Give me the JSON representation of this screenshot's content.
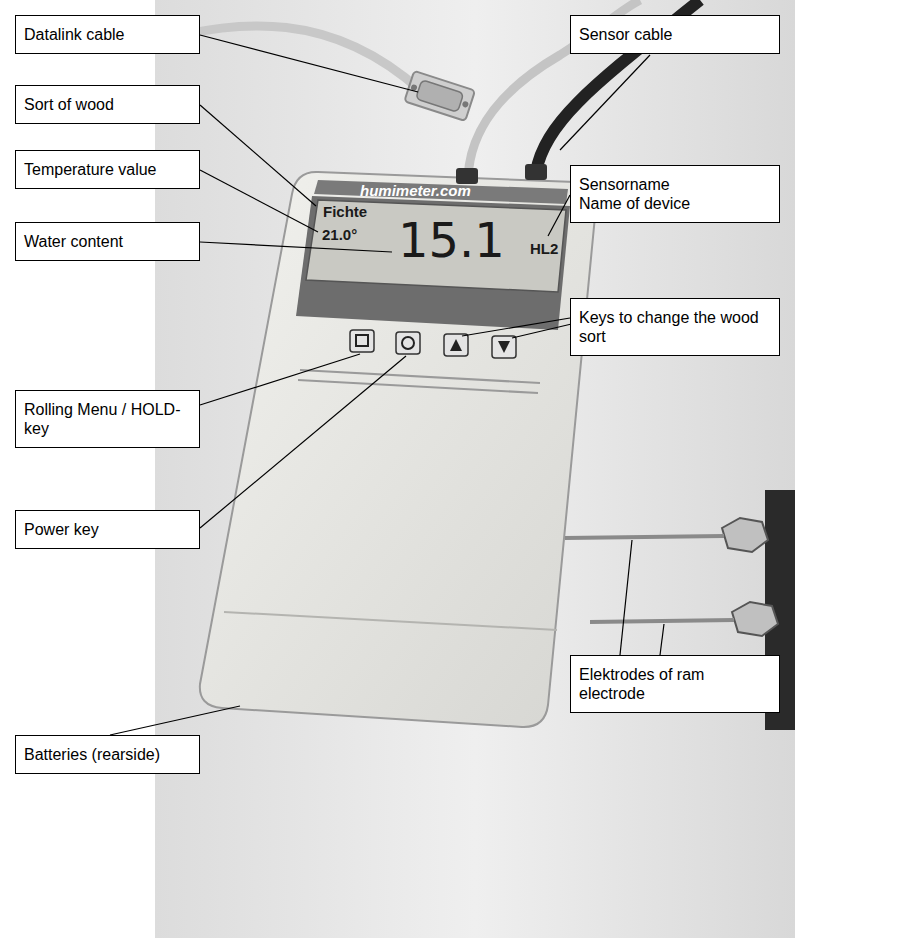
{
  "diagram": {
    "nodes": [
      {
        "text": [
          "Datalink cable"
        ]
      },
      {
        "text": [
          "Sensor cable"
        ]
      },
      {
        "text": [
          "Sort of wood"
        ]
      },
      {
        "text": [
          "Temperature value"
        ]
      },
      {
        "text": [
          "Sensorname",
          "Name of device"
        ]
      },
      {
        "text": [
          "Water content"
        ]
      },
      {
        "text": [
          "Keys to change the wood sort"
        ]
      },
      {
        "text": [
          "Rolling Menu / HOLD-key"
        ]
      },
      {
        "text": [
          "Power key"
        ]
      },
      {
        "text": [
          "Batteries (rearside)"
        ]
      },
      {
        "text": [
          "Elektrodes of ram electrode"
        ]
      }
    ],
    "labels": [
      "humimeter.com",
      "Fichte",
      "21.0°",
      "15.1",
      "HL2"
    ]
  }
}
